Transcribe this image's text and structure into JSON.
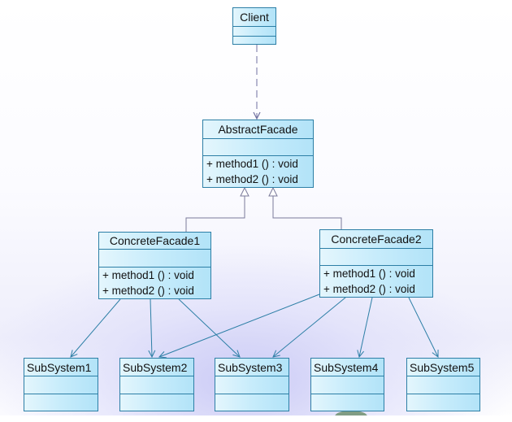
{
  "diagram": {
    "type": "uml-class-diagram",
    "pattern": "Abstract Facade",
    "colors": {
      "box_border": "#2d7fa6",
      "box_fill": "#c7ecfb",
      "dependency_arrow": "#2d7fa6",
      "generalization_line": "#7a7a9a",
      "client_dependency": "#7070a0"
    },
    "classes": {
      "client": {
        "name": "Client",
        "operations": []
      },
      "abstract_facade": {
        "name": "AbstractFacade",
        "operations": [
          "+  method1 () : void",
          "+  method2 () : void"
        ]
      },
      "concrete_facade1": {
        "name": "ConcreteFacade1",
        "operations": [
          "+  method1 () : void",
          "+  method2 () : void"
        ]
      },
      "concrete_facade2": {
        "name": "ConcreteFacade2",
        "operations": [
          "+  method1 () : void",
          "+  method2 () : void"
        ]
      },
      "subsystem1": {
        "name": "SubSystem1"
      },
      "subsystem2": {
        "name": "SubSystem2"
      },
      "subsystem3": {
        "name": "SubSystem3"
      },
      "subsystem4": {
        "name": "SubSystem4"
      },
      "subsystem5": {
        "name": "SubSystem5"
      }
    },
    "relationships": [
      {
        "from": "Client",
        "to": "AbstractFacade",
        "kind": "dependency-dashed"
      },
      {
        "from": "ConcreteFacade1",
        "to": "AbstractFacade",
        "kind": "generalization"
      },
      {
        "from": "ConcreteFacade2",
        "to": "AbstractFacade",
        "kind": "generalization"
      },
      {
        "from": "ConcreteFacade1",
        "to": "SubSystem1",
        "kind": "association"
      },
      {
        "from": "ConcreteFacade1",
        "to": "SubSystem2",
        "kind": "association"
      },
      {
        "from": "ConcreteFacade1",
        "to": "SubSystem3",
        "kind": "association"
      },
      {
        "from": "ConcreteFacade2",
        "to": "SubSystem2",
        "kind": "association"
      },
      {
        "from": "ConcreteFacade2",
        "to": "SubSystem3",
        "kind": "association"
      },
      {
        "from": "ConcreteFacade2",
        "to": "SubSystem4",
        "kind": "association"
      },
      {
        "from": "ConcreteFacade2",
        "to": "SubSystem5",
        "kind": "association"
      }
    ]
  }
}
